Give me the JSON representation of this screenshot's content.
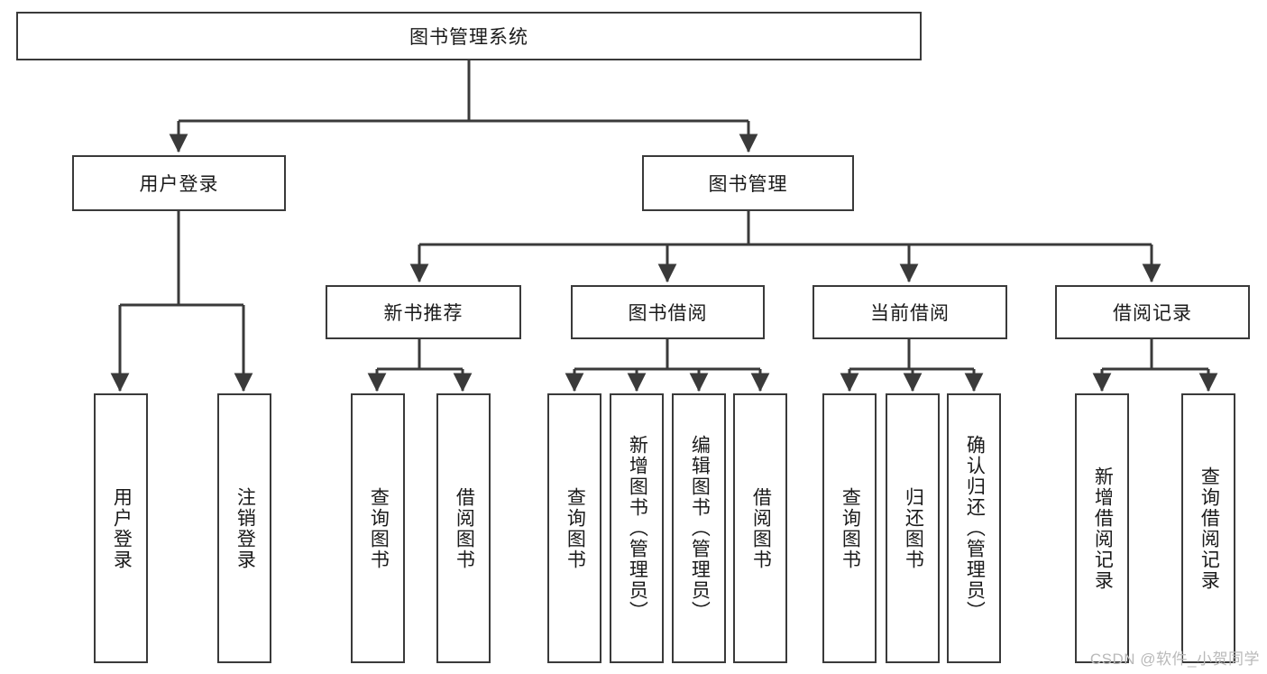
{
  "diagram": {
    "title": "图书管理系统",
    "type": "tree",
    "background_color": "#ffffff",
    "line_color": "#3a3a3a",
    "box_fill": "#ffffff",
    "text_color": "#1a1a1a",
    "nodes": {
      "root": {
        "label": "图书管理系统",
        "orientation": "horizontal"
      },
      "level1": [
        {
          "id": "user-login",
          "label": "用户登录",
          "orientation": "horizontal"
        },
        {
          "id": "book-manage",
          "label": "图书管理",
          "orientation": "horizontal"
        }
      ],
      "level2": [
        {
          "id": "new-book-recommend",
          "label": "新书推荐",
          "orientation": "horizontal",
          "parent": "book-manage"
        },
        {
          "id": "book-borrow",
          "label": "图书借阅",
          "orientation": "horizontal",
          "parent": "book-manage"
        },
        {
          "id": "current-borrow",
          "label": "当前借阅",
          "orientation": "horizontal",
          "parent": "book-manage"
        },
        {
          "id": "borrow-record",
          "label": "借阅记录",
          "orientation": "horizontal",
          "parent": "book-manage"
        }
      ],
      "leaves": [
        {
          "id": "leaf-user-login",
          "label": "用户登录",
          "orientation": "vertical",
          "parent": "user-login"
        },
        {
          "id": "leaf-user-logout",
          "label": "注销登录",
          "orientation": "vertical",
          "parent": "user-login"
        },
        {
          "id": "leaf-query-book-1",
          "label": "查询图书",
          "orientation": "vertical",
          "parent": "new-book-recommend"
        },
        {
          "id": "leaf-borrow-book-1",
          "label": "借阅图书",
          "orientation": "vertical",
          "parent": "new-book-recommend"
        },
        {
          "id": "leaf-query-book-2",
          "label": "查询图书",
          "orientation": "vertical",
          "parent": "book-borrow"
        },
        {
          "id": "leaf-add-book",
          "label": "新增图书（管理员）",
          "orientation": "vertical",
          "parent": "book-borrow"
        },
        {
          "id": "leaf-edit-book",
          "label": "编辑图书（管理员）",
          "orientation": "vertical",
          "parent": "book-borrow"
        },
        {
          "id": "leaf-borrow-book-2",
          "label": "借阅图书",
          "orientation": "vertical",
          "parent": "book-borrow"
        },
        {
          "id": "leaf-query-book-3",
          "label": "查询图书",
          "orientation": "vertical",
          "parent": "current-borrow"
        },
        {
          "id": "leaf-return-book",
          "label": "归还图书",
          "orientation": "vertical",
          "parent": "current-borrow"
        },
        {
          "id": "leaf-confirm-return",
          "label": "确认归还（管理员）",
          "orientation": "vertical",
          "parent": "current-borrow"
        },
        {
          "id": "leaf-add-record",
          "label": "新增借阅记录",
          "orientation": "vertical",
          "parent": "borrow-record"
        },
        {
          "id": "leaf-query-record",
          "label": "查询借阅记录",
          "orientation": "vertical",
          "parent": "borrow-record"
        }
      ]
    }
  },
  "watermark": {
    "text": "CSDN @软件_小贺同学"
  }
}
